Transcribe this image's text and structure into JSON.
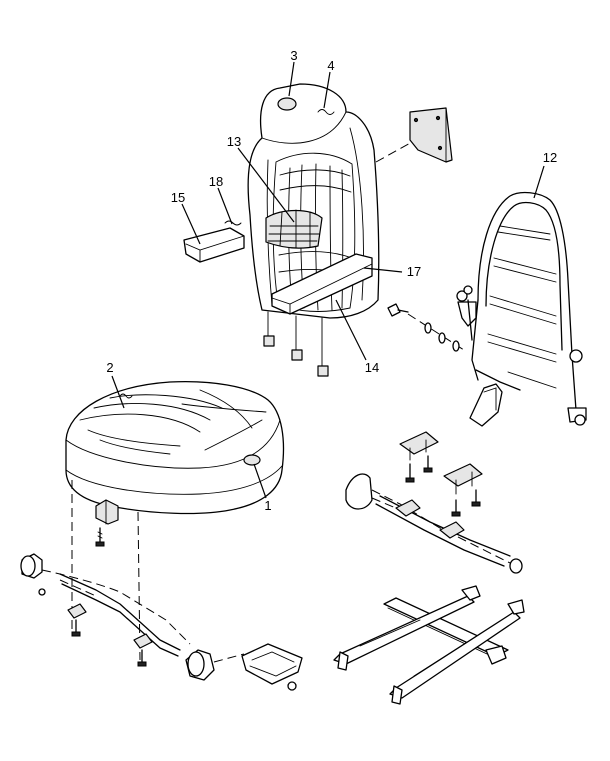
{
  "callouts": [
    {
      "id": "1",
      "text": "1"
    },
    {
      "id": "2",
      "text": "2"
    },
    {
      "id": "3",
      "text": "3"
    },
    {
      "id": "4",
      "text": "4"
    },
    {
      "id": "12",
      "text": "12"
    },
    {
      "id": "13",
      "text": "13"
    },
    {
      "id": "14",
      "text": "14"
    },
    {
      "id": "15",
      "text": "15"
    },
    {
      "id": "17",
      "text": "17"
    },
    {
      "id": "18",
      "text": "18"
    }
  ]
}
